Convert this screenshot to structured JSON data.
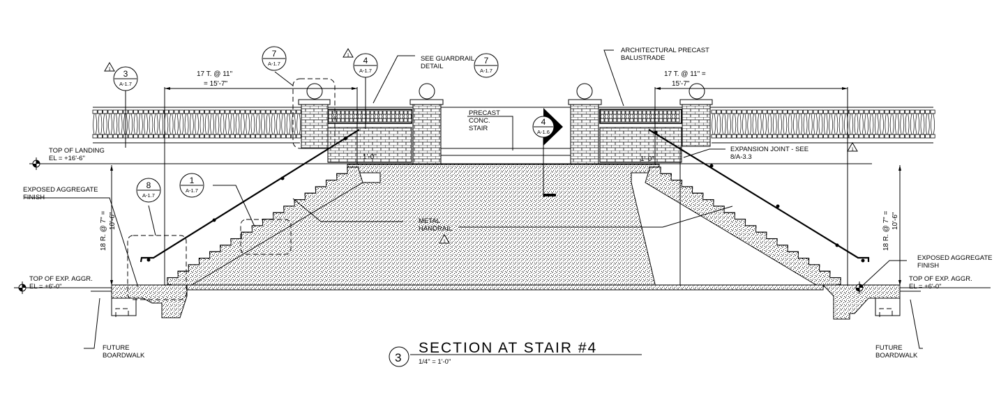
{
  "title": {
    "number": "3",
    "text": "SECTION AT STAIR #4",
    "scale": "1/4\" = 1'-0\""
  },
  "detail_tags": [
    {
      "num": "3",
      "sheet": "A-1.7"
    },
    {
      "num": "7",
      "sheet": "A-1.7"
    },
    {
      "num": "4",
      "sheet": "A-1.7"
    },
    {
      "num": "7",
      "sheet": "A-1.7"
    },
    {
      "num": "4",
      "sheet": "A-1.6"
    },
    {
      "num": "8",
      "sheet": "A-1.7"
    },
    {
      "num": "1",
      "sheet": "A-1.7"
    }
  ],
  "revision_mark": "1",
  "notes": {
    "see_guardrail_1": "SEE GUARDRAIL",
    "see_guardrail_2": "DETAIL",
    "arch_precast_1": "ARCHITECTURAL PRECAST",
    "arch_precast_2": "BALUSTRADE",
    "precast_stair_1": "PRECAST",
    "precast_stair_2": "CONC.",
    "precast_stair_3": "STAIR",
    "expansion_1": "EXPANSION JOINT - SEE",
    "expansion_2": "8/A-3.3",
    "metal_handrail_1": "METAL",
    "metal_handrail_2": "HANDRAIL",
    "exposed_left_1": "EXPOSED AGGREGATE",
    "exposed_left_2": "FINISH",
    "exposed_right_1": "EXPOSED AGGREGATE",
    "exposed_right_2": "FINISH",
    "boardwalk_left_1": "FUTURE",
    "boardwalk_left_2": "BOARDWALK",
    "boardwalk_right_1": "FUTURE",
    "boardwalk_right_2": "BOARDWALK"
  },
  "elevations": {
    "landing_1": "TOP OF LANDING",
    "landing_2": "EL = +16'-6\"",
    "left_1": "TOP OF EXP. AGGR.",
    "left_2": "EL = +6'-0\"",
    "right_1": "TOP OF EXP. AGGR.",
    "right_2": "EL = +6'-0\""
  },
  "dimensions": {
    "left_run_1": "17 T. @ 11\"",
    "left_run_2": "= 15'-7\"",
    "right_run_1": "17 T. @ 11\" =",
    "right_run_2": "15'-7\"",
    "left_rise_1": "18 R. @ 7\" =",
    "left_rise_2": "10'-6\"",
    "right_rise_1": "18 R. @ 7\" =",
    "right_rise_2": "10'-6\"",
    "offset_left": "1'-0\"",
    "offset_right": "1'-0\""
  }
}
